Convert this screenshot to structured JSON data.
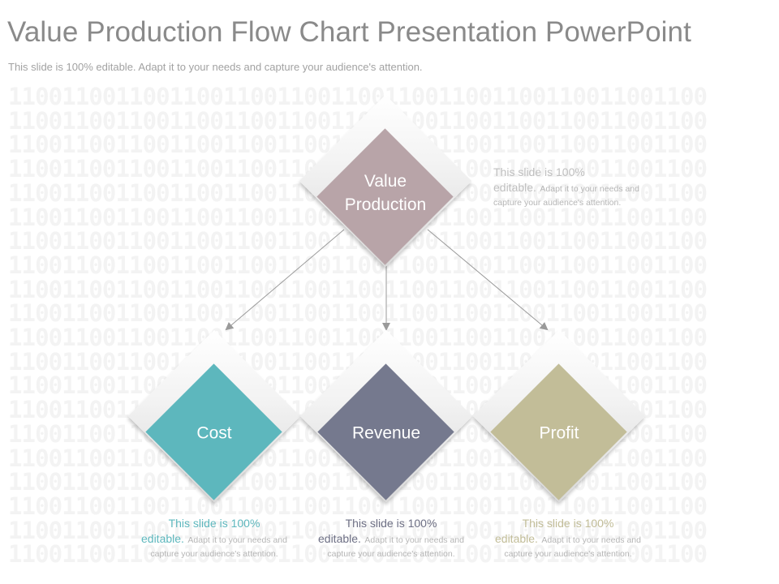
{
  "header": {
    "title": "Value Production Flow Chart Presentation PowerPoint",
    "subtitle": "This slide is 100% editable. Adapt it to your needs and capture your audience's attention."
  },
  "background": {
    "binary_row": "1100110011001100110011001100110011001100110011001100"
  },
  "nodes": {
    "top": {
      "label_line1": "Value",
      "label_line2": "Production",
      "color": "#b8a4a8"
    },
    "cost": {
      "label": "Cost",
      "color": "#5db7bd"
    },
    "revenue": {
      "label": "Revenue",
      "color": "#75798e"
    },
    "profit": {
      "label": "Profit",
      "color": "#c2bd98"
    }
  },
  "descriptions": {
    "top": {
      "line1": "This slide is 100%",
      "lead2": "editable.",
      "rest": "Adapt it to your needs and capture your audience's attention.",
      "color": "#bfbfbf"
    },
    "cost": {
      "line1": "This slide is 100%",
      "lead2": "editable.",
      "rest": "Adapt it to your needs and capture your audience's attention.",
      "color": "#5db7bd"
    },
    "revenue": {
      "line1": "This slide is 100%",
      "lead2": "editable.",
      "rest": "Adapt it to your needs and capture your audience's attention.",
      "color": "#6e7085"
    },
    "profit": {
      "line1": "This slide is 100%",
      "lead2": "editable.",
      "rest": "Adapt it to your needs and capture your audience's attention.",
      "color": "#c2bd98"
    }
  },
  "colors": {
    "connector": "#9a9a9a"
  }
}
